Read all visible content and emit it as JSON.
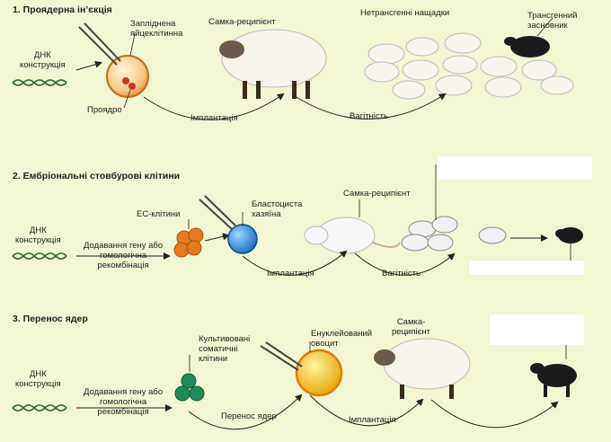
{
  "section1": {
    "title": "1. Проядерна ін’єкція",
    "dna": [
      "ДНК",
      "конструкція"
    ],
    "egg": [
      "Запліднена",
      "яйцеклітинна"
    ],
    "pronucleus": "Проядро",
    "recipient": "Самка-реципієнт",
    "offspring": "Нетрансгенні нащадки",
    "founder": [
      "Трансгенний",
      "засновник"
    ],
    "implant": "Імплантація",
    "pregnancy": "Вагітність"
  },
  "section2": {
    "title": "2. Ембріональні стовбурові клітини",
    "dna": [
      "ДНК",
      "конструкція"
    ],
    "es_cells": "ЕС-клітини",
    "blastocyst": [
      "Бластоциста",
      "хазяїна"
    ],
    "recipient": "Самка-реципієнт",
    "gene_add": [
      "Додавання гену або",
      "гомологічна",
      "рекомбінація"
    ],
    "implant": "Імплантація",
    "pregnancy": "Вагітність"
  },
  "section3": {
    "title": "3. Перенос ядер",
    "dna": [
      "ДНК",
      "конструкція"
    ],
    "cultured": [
      "Культивовані",
      "соматичні",
      "клітини"
    ],
    "oocyte": [
      "Енуклейований",
      "овоцит"
    ],
    "recipient": [
      "Самка-",
      "реципієнт"
    ],
    "gene_add": [
      "Додавання гену або",
      "гомологічна",
      "рекомбінація"
    ],
    "transfer": "Перенос ядер",
    "implant": "Імплантація"
  },
  "colors": {
    "background": "#f2f6d2",
    "egg_orange": "#e8892a",
    "es_orange": "#e57b1e",
    "blastocyst_blue": "#1a7fcf",
    "somatic_green": "#1f8a5a",
    "oocyte_yellow": "#f1c21b",
    "dna_green": "#2c6b2c"
  }
}
